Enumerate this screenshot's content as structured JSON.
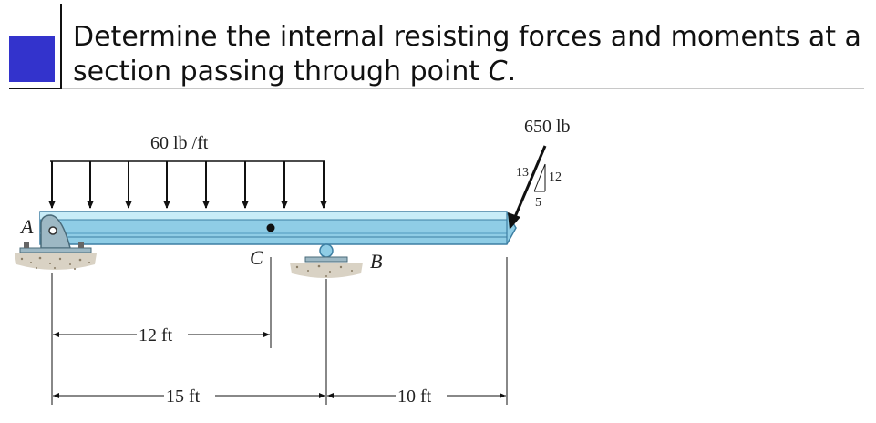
{
  "colors": {
    "accent": "#3333cc",
    "beam_main": "#8fcde6",
    "beam_dark": "#3d7fa3",
    "beam_top": "#c8ecf8",
    "support": "#9db8c4"
  },
  "problem": {
    "line1": "Determine the internal resisting forces and moments at a",
    "line2_prefix": "section passing through point ",
    "point": "C",
    "line2_suffix": "."
  },
  "figure": {
    "distributed_load": "60 lb /ft",
    "point_load": "650 lb",
    "slope_hyp": "13",
    "slope_vert": "12",
    "slope_horiz": "5",
    "point_a": "A",
    "point_b": "B",
    "point_c": "C",
    "dim_ac": "12 ft",
    "dim_ab": "15 ft",
    "dim_b_end": "10 ft"
  }
}
